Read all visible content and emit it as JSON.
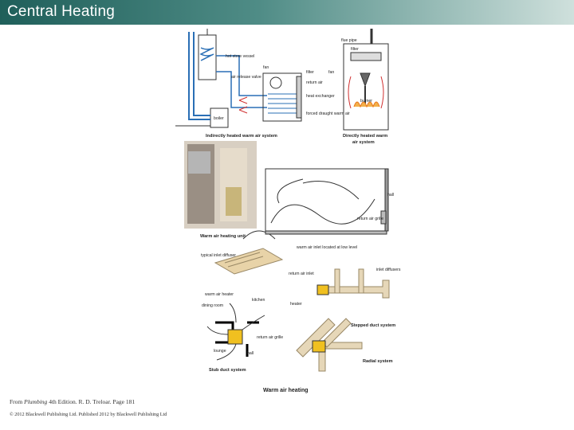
{
  "slide": {
    "title": "Central Heating"
  },
  "diagrams": {
    "indirect": {
      "caption": "Indirectly heated warm air system",
      "labels": {
        "hot_store": "hot store vessel",
        "fan": "fan",
        "air_release": "air release valve",
        "boiler": "boiler",
        "filter": "filter",
        "return_air": "return air",
        "heat_exchanger": "heat exchanger",
        "forced_draught": "forced draught warm air"
      }
    },
    "direct": {
      "caption": "Directly heated warm air system",
      "labels": {
        "flue_pipe": "flue pipe",
        "filter": "filter",
        "fan": "fan",
        "burner": "burner"
      }
    },
    "hall": {
      "caption": "Warm air heating unit",
      "labels": {
        "hall": "hall",
        "return_air_grille": "return air grille",
        "warm_air_inlet": "warm air inlet located at low level",
        "typical_inlet": "typical inlet diffuser"
      }
    },
    "stub": {
      "caption": "Stub duct system",
      "labels": {
        "warm_air_heater": "warm air heater",
        "kitchen": "kitchen",
        "dining_room": "dining room",
        "return_air_grille": "return air grille",
        "lounge": "lounge",
        "hall": "hall"
      }
    },
    "radial": {
      "caption_stepped": "Stepped duct system",
      "caption_radial": "Radial system",
      "caption_main": "Warm air heating",
      "labels": {
        "return_air_inlet": "return air inlet",
        "inlet_diffusers": "inlet diffusers",
        "heater": "heater"
      }
    }
  },
  "footer": {
    "citation_prefix": "From ",
    "citation_book": "Plumbing",
    "citation_rest": " 4th Edition. R. D. Treloar. Page 181",
    "copyright": "© 2012 Blackwell Publishing Ltd. Published 2012 by Blackwell Publishing Ltd"
  }
}
